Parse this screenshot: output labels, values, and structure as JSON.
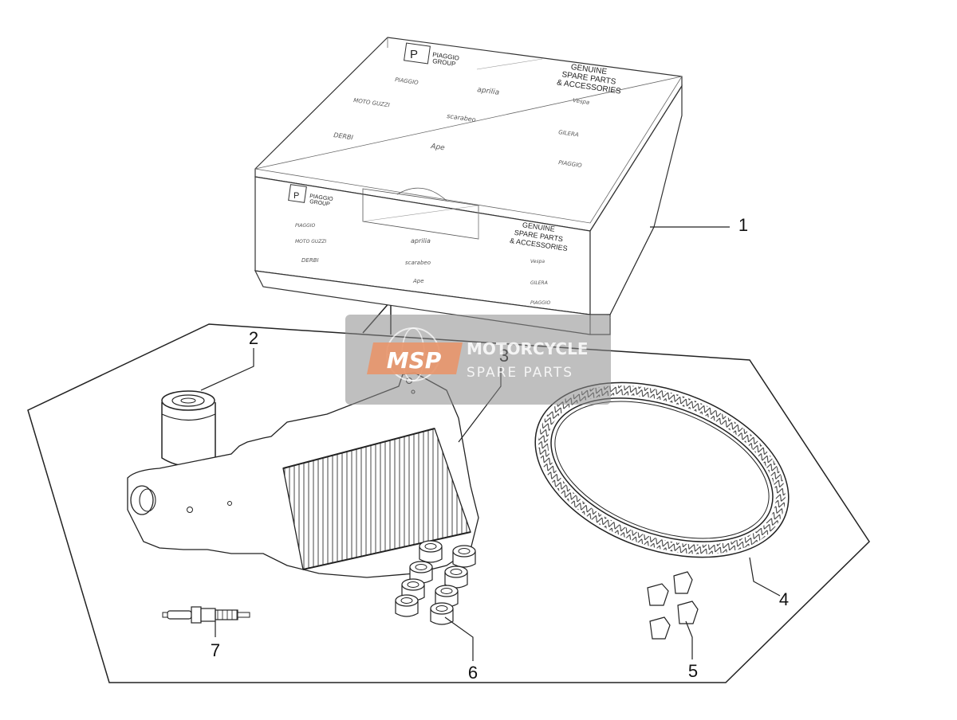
{
  "box": {
    "logo_letter": "P",
    "group_line1": "PIAGGIO",
    "group_line2": "GROUP",
    "genuine_line1": "GENUINE",
    "genuine_line2": "SPARE PARTS",
    "genuine_line3": "& ACCESSORIES",
    "brands_top": [
      "PIAGGIO",
      "aprilia",
      "Vespa",
      "MOTO GUZZI",
      "scarabeo",
      "GILERA",
      "DERBI",
      "Ape",
      "PIAGGIO"
    ],
    "brands_side": [
      "PIAGGIO",
      "aprilia",
      "Vespa",
      "MOTO GUZZI",
      "scarabeo",
      "GILERA",
      "DERBI",
      "Ape",
      "PIAGGIO"
    ]
  },
  "watermark": {
    "badge": "MSP",
    "line1": "MOTORCYCLE",
    "line2": "SPARE PARTS"
  },
  "callouts": [
    "1",
    "2",
    "3",
    "4",
    "5",
    "6",
    "7"
  ],
  "colors": {
    "line": "#222222",
    "watermark_orange": "#e8956a",
    "watermark_bg": "#8a8a8a"
  }
}
